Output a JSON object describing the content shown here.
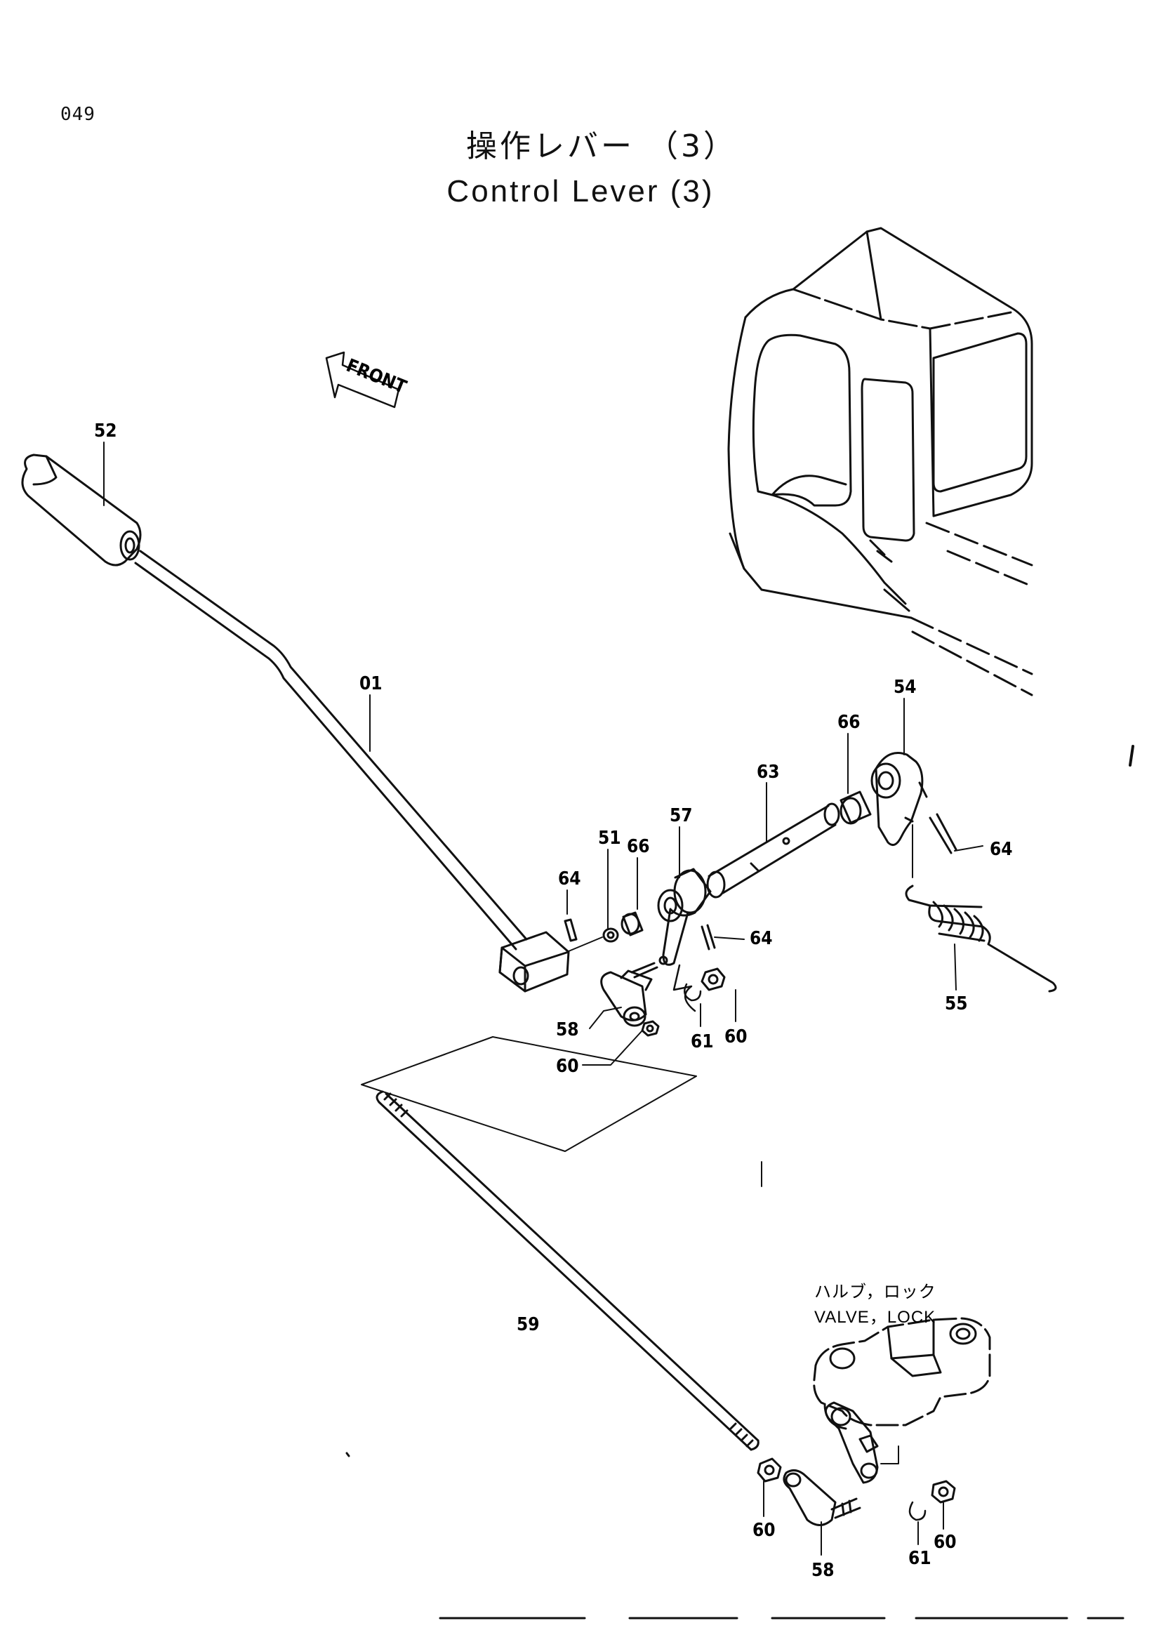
{
  "page_number": "049",
  "title_ja": "操作レバー （3）",
  "title_en": "Control Lever (3)",
  "front_label": "FRONT",
  "valve_caption_ja": "ハルブ，ロック",
  "valve_caption_en": "VALVE，LOCK",
  "callouts": [
    "52",
    "01",
    "64",
    "51",
    "66",
    "57",
    "63",
    "66",
    "54",
    "64",
    "64",
    "55",
    "58",
    "60",
    "61",
    "60",
    "59",
    "60",
    "58",
    "61",
    "60"
  ]
}
